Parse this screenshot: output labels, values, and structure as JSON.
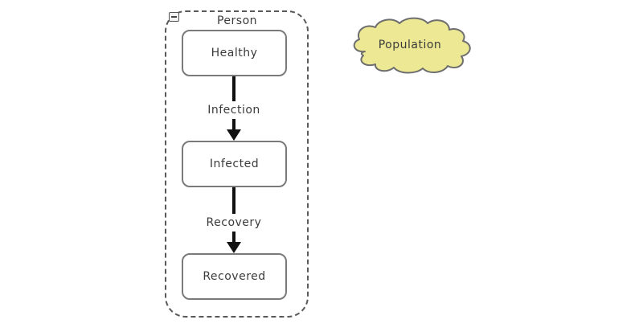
{
  "diagram": {
    "container": {
      "label": "Person"
    },
    "states": [
      {
        "label": "Healthy"
      },
      {
        "label": "Infected"
      },
      {
        "label": "Recovered"
      }
    ],
    "transitions": [
      {
        "label": "Infection",
        "from": "Healthy",
        "to": "Infected"
      },
      {
        "label": "Recovery",
        "from": "Infected",
        "to": "Recovered"
      }
    ],
    "cloud": {
      "label": "Population",
      "fill": "#ede893",
      "stroke": "#6e6e6e"
    },
    "colors": {
      "state_border": "#7a7a7a",
      "container_border": "#595959",
      "arrow": "#111111",
      "text": "#3b3b3b"
    },
    "icons": {
      "collapse": "minus-icon"
    }
  }
}
